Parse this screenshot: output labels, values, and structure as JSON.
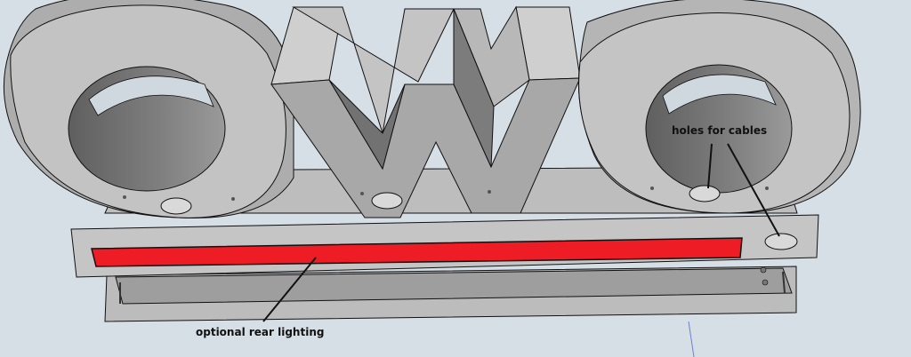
{
  "annotations": {
    "holes_label": "holes for cables",
    "lighting_label": "optional rear lighting"
  },
  "colors": {
    "background": "#d6dfe6",
    "model_light": "#c8c8c8",
    "model_mid": "#a9a9a9",
    "model_dark": "#8a8a8a",
    "model_inner": "#6f6f6f",
    "lighting_strip": "#ee1c25",
    "edge": "#111111",
    "axis_line": "#6b7fd4"
  },
  "model": {
    "letters": [
      "O",
      "W",
      "O"
    ]
  }
}
